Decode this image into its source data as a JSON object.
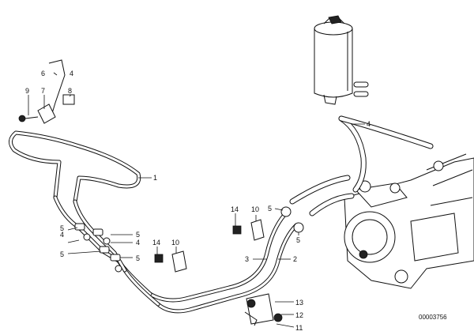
{
  "labels": [
    {
      "id": "1",
      "text": "1"
    },
    {
      "id": "2",
      "text": "2"
    },
    {
      "id": "3",
      "text": "3"
    },
    {
      "id": "4a",
      "text": "4"
    },
    {
      "id": "4b",
      "text": "4"
    },
    {
      "id": "4c",
      "text": "4"
    },
    {
      "id": "4d",
      "text": "4"
    },
    {
      "id": "5a",
      "text": "5"
    },
    {
      "id": "5b",
      "text": "5"
    },
    {
      "id": "5c",
      "text": "5"
    },
    {
      "id": "5d",
      "text": "5"
    },
    {
      "id": "5e",
      "text": "5"
    },
    {
      "id": "5f",
      "text": "5"
    },
    {
      "id": "6",
      "text": "6"
    },
    {
      "id": "7",
      "text": "7"
    },
    {
      "id": "8",
      "text": "8"
    },
    {
      "id": "9",
      "text": "9"
    },
    {
      "id": "10a",
      "text": "10"
    },
    {
      "id": "10b",
      "text": "10"
    },
    {
      "id": "11",
      "text": "11"
    },
    {
      "id": "12",
      "text": "12"
    },
    {
      "id": "13",
      "text": "13"
    },
    {
      "id": "14a",
      "text": "14"
    },
    {
      "id": "14b",
      "text": "14"
    }
  ],
  "reference_number": "00003756"
}
